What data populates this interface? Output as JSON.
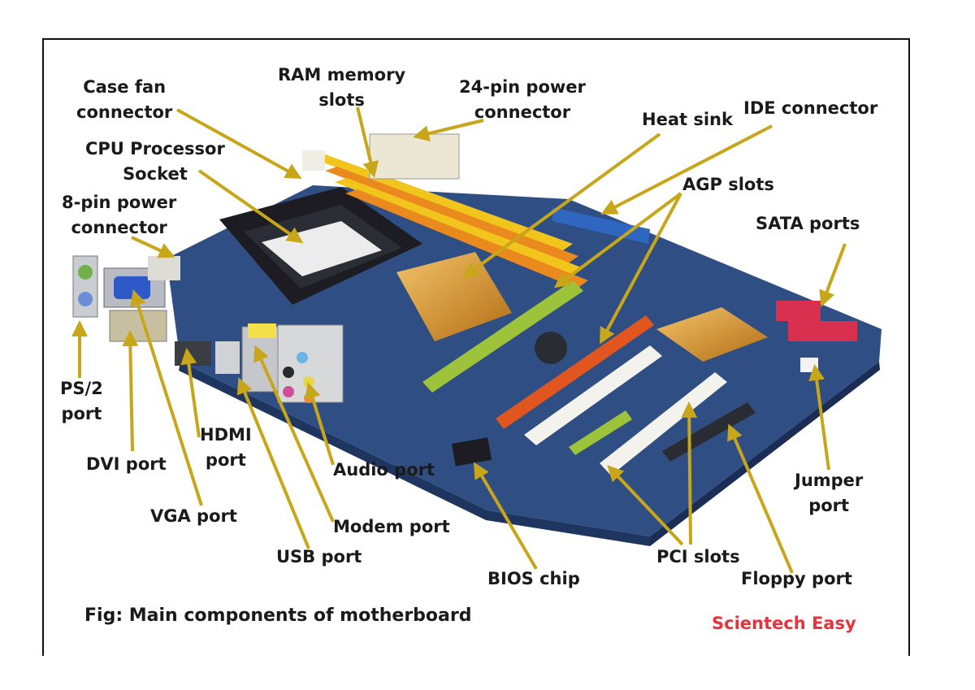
{
  "labels": {
    "case_fan": [
      "Case fan",
      "connector"
    ],
    "ram": [
      "RAM memory",
      "slots"
    ],
    "power24": [
      "24-pin power",
      "connector"
    ],
    "heat_sink": "Heat sink",
    "ide": "IDE connector",
    "cpu": [
      "CPU Processor",
      "Socket"
    ],
    "agp": "AGP slots",
    "power8": [
      "8-pin power",
      "connector"
    ],
    "sata": "SATA ports",
    "ps2": [
      "PS/2",
      "port"
    ],
    "hdmi": [
      "HDMI",
      "port"
    ],
    "dvi": "DVI port",
    "audio": "Audio port",
    "jumper": [
      "Jumper",
      "port"
    ],
    "vga": "VGA port",
    "modem": "Modem port",
    "usb": "USB port",
    "pci": "PCI slots",
    "bios": "BIOS chip",
    "floppy": "Floppy port"
  },
  "caption": "Fig: Main components of motherboard",
  "brand": "Scientech Easy",
  "colors": {
    "pcb": "#2f4f84",
    "arrow": "#c8a61a",
    "ram_yellow": "#f2c51c",
    "ram_orange": "#ea8a1e",
    "agp_green": "#9cc33a",
    "pcie_red": "#e0561e",
    "sata_red": "#d8304e",
    "brand": "#e8323c"
  },
  "icons": [
    "motherboard-image",
    "leader-arrow-icon"
  ]
}
